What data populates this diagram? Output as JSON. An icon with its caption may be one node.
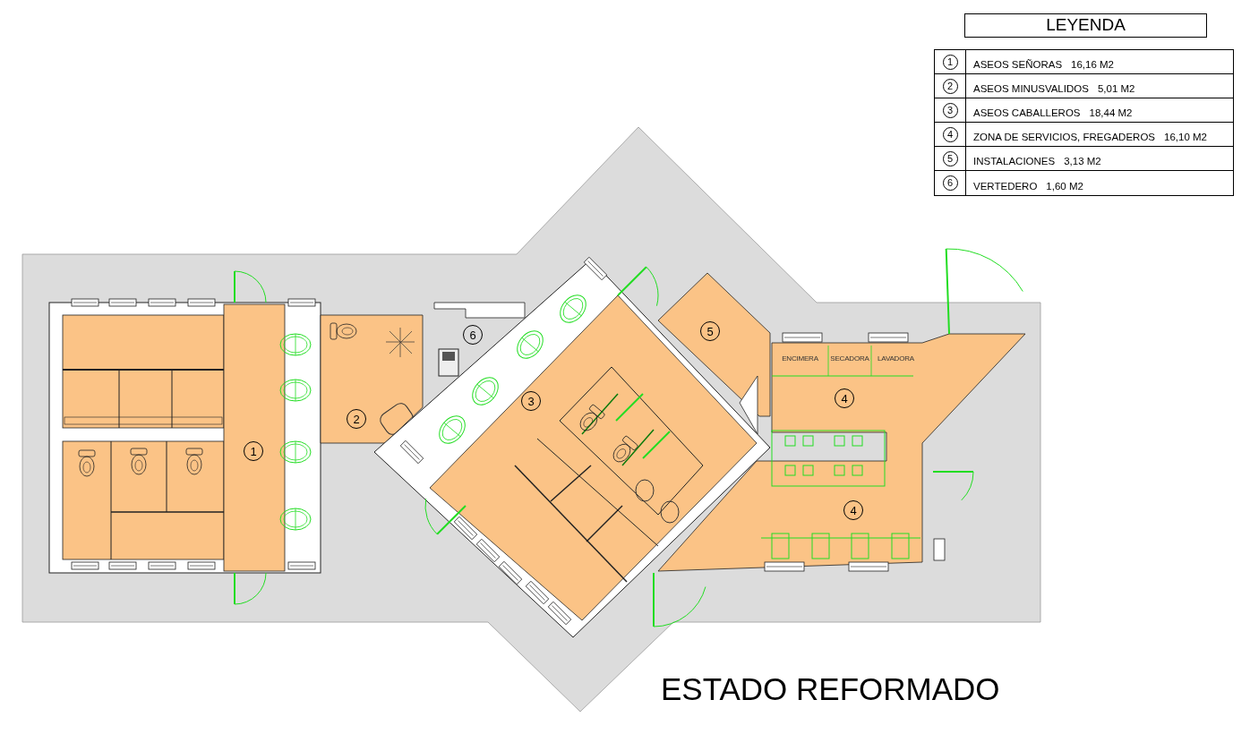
{
  "diagram": {
    "title": "ESTADO REFORMADO",
    "nodes": [
      {
        "text": [
          "5"
        ]
      },
      {
        "text": [
          "6"
        ]
      },
      {
        "text": [
          "4"
        ]
      },
      {
        "text": [
          "3"
        ]
      },
      {
        "text": [
          "2"
        ]
      },
      {
        "text": [
          "1"
        ]
      },
      {
        "text": [
          "4"
        ]
      }
    ],
    "labels": [
      "LEYENDA",
      "1",
      "ASEOS SEÑORAS",
      "16,16 M2",
      "2",
      "ASEOS MINUSVALIDOS",
      "5,01 M2",
      "3",
      "ASEOS CABALLEROS",
      "18,44 M2",
      "4",
      "ZONA DE SERVICIOS, FREGADEROS",
      "16,10 M2",
      "5",
      "INSTALACIONES",
      "3,13 M2",
      "6",
      "VERTEDERO",
      "1,60 M2",
      "ENCIMERA",
      "SECADORA",
      "LAVADORA"
    ]
  }
}
